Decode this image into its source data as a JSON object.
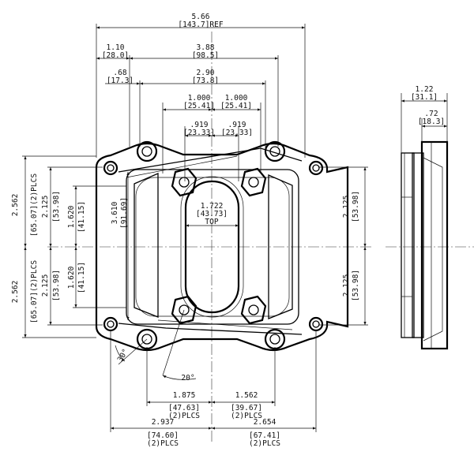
{
  "dimensions": {
    "overall_width": {
      "value": "5.66",
      "metric": "[143.7]REF"
    },
    "left_flange": {
      "value": "1.10",
      "metric": "[28.0]"
    },
    "bolt_span_outer": {
      "value": "3.88",
      "metric": "[98.5]"
    },
    "left_inner": {
      "value": ".68",
      "metric": "[17.3]"
    },
    "bolt_span_inner": {
      "value": "2.90",
      "metric": "[73.8]"
    },
    "center_left_1000": {
      "value": "1.000",
      "metric": "[25.41]"
    },
    "center_right_1000": {
      "value": "1.000",
      "metric": "[25.41]"
    },
    "center_left_919": {
      "value": ".919",
      "metric": "[23.33]"
    },
    "center_right_919": {
      "value": ".919",
      "metric": "[23.33]"
    },
    "top_slot": {
      "value": "1.722",
      "metric": "[43.73]",
      "note": "TOP"
    },
    "left_upper_2562": {
      "value": "2.562",
      "metric": "[65.07](2)PLCS"
    },
    "left_lower_2562": {
      "value": "2.562",
      "metric": "[65.07](2)PLCS"
    },
    "left_upper_2125": {
      "value": "2.125",
      "metric": "[53.98]"
    },
    "left_lower_2125": {
      "value": "2.125",
      "metric": "[53.98]"
    },
    "left_upper_1620": {
      "value": "1.620",
      "metric": "[41.15]"
    },
    "left_lower_1620": {
      "value": "1.620",
      "metric": "[41.15]"
    },
    "center_3610": {
      "value": "3.610",
      "metric": "[91.69]"
    },
    "right_upper_2125": {
      "value": "2.125",
      "metric": "[53.98]"
    },
    "right_lower_2125": {
      "value": "2.125",
      "metric": "[53.98]"
    },
    "bottom_left_1875": {
      "value": "1.875",
      "metric": "[47.63]",
      "note": "(2)PLCS"
    },
    "bottom_right_1562": {
      "value": "1.562",
      "metric": "[39.67]",
      "note": "(2)PLCS"
    },
    "bottom_left_2937": {
      "value": "2.937",
      "metric": "[74.60]",
      "note": "(2)PLCS"
    },
    "bottom_right_2654": {
      "value": "2.654",
      "metric": "[67.41]",
      "note": "(2)PLCS"
    },
    "angle_30": "30°",
    "angle_20": "20°",
    "side_thickness": {
      "value": "1.22",
      "metric": "[31.1]"
    },
    "side_flange": {
      "value": ".72",
      "metric": "[18.3]"
    }
  }
}
